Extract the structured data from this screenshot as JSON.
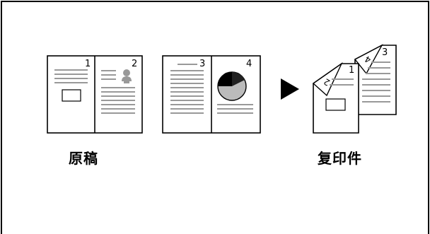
{
  "originals": {
    "caption": "原稿",
    "spread_a": {
      "left_page_number": "1",
      "right_page_number": "2"
    },
    "spread_b": {
      "left_page_number": "3",
      "right_page_number": "4"
    }
  },
  "copies": {
    "caption": "复印件",
    "front_page_number": "1",
    "front_back_number": "2",
    "rear_page_number": "3",
    "rear_back_number": "4"
  }
}
